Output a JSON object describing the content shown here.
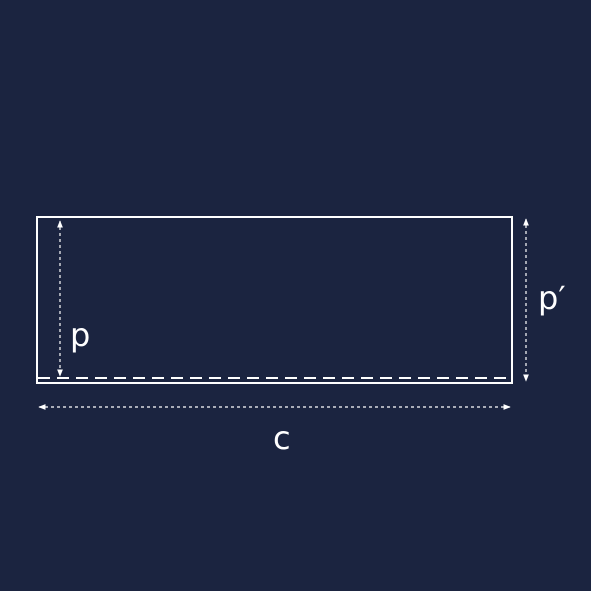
{
  "colors": {
    "background": "#1b2440",
    "stroke": "#ffffff"
  },
  "labels": {
    "p": "p",
    "p_prime": "p′",
    "c": "c"
  }
}
